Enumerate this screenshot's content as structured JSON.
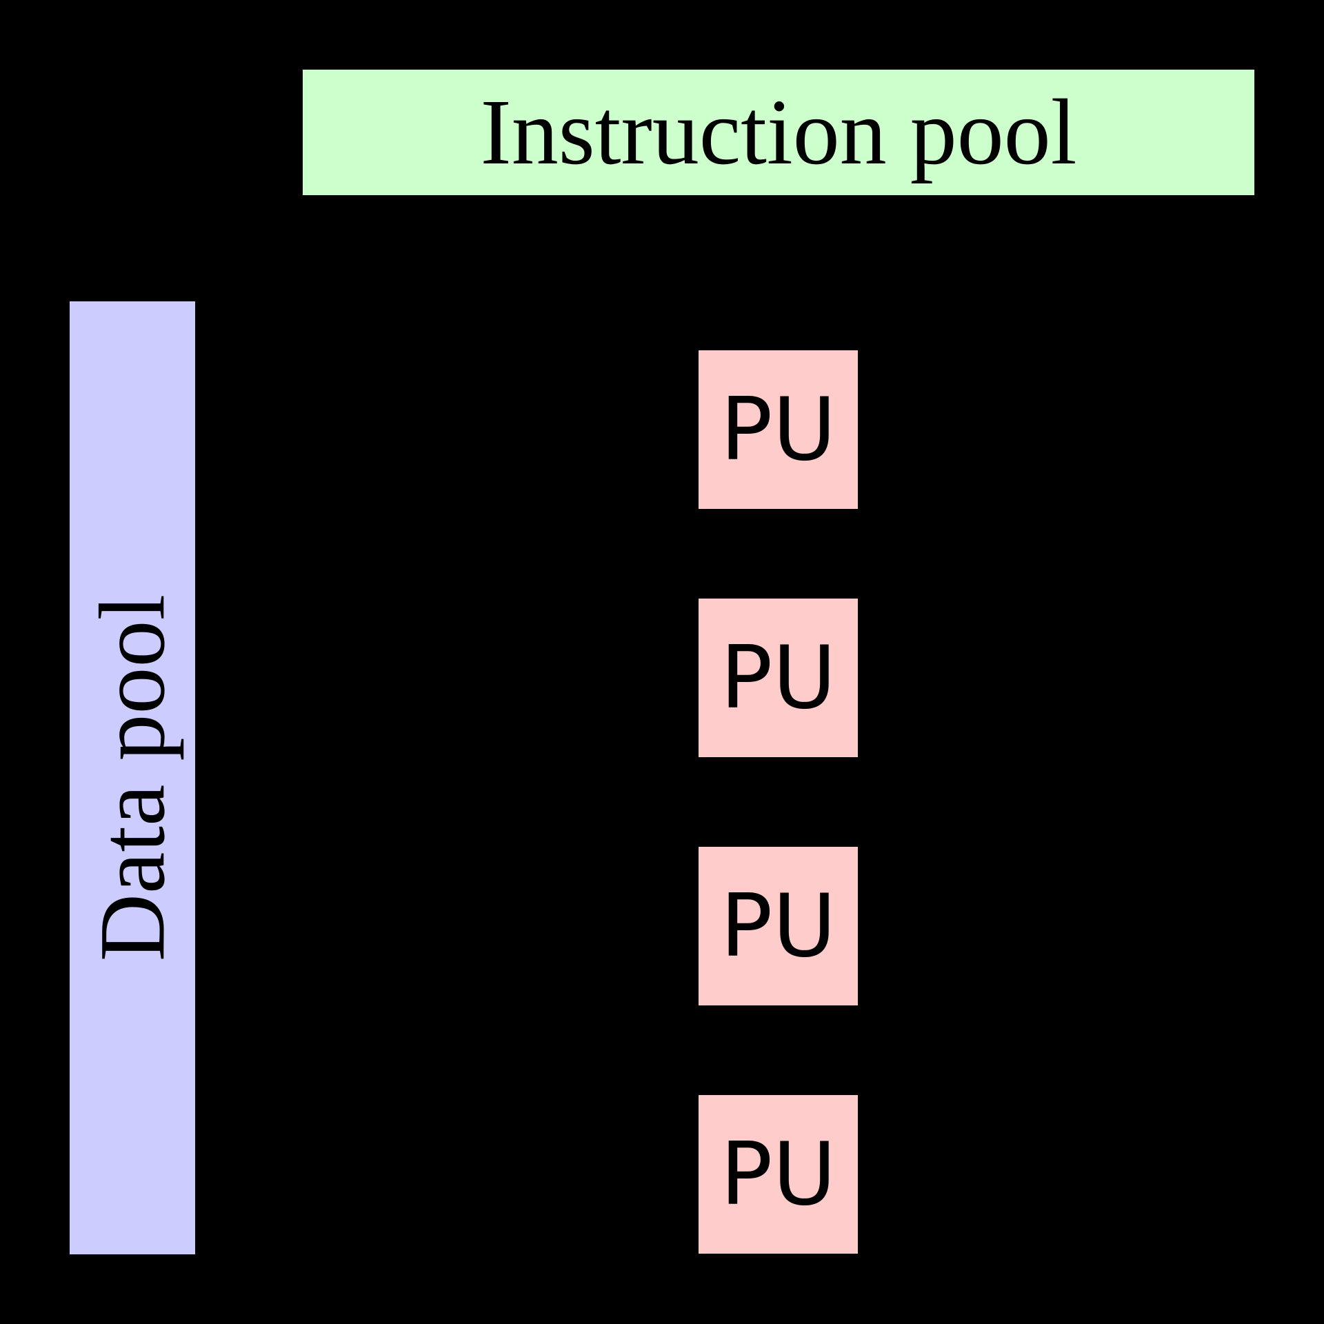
{
  "instruction_pool": {
    "label": "Instruction pool",
    "bg": "#ccffcc"
  },
  "data_pool": {
    "label": "Data pool",
    "bg": "#ccccff"
  },
  "processing_units": [
    {
      "label": "PU"
    },
    {
      "label": "PU"
    },
    {
      "label": "PU"
    },
    {
      "label": "PU"
    }
  ],
  "colors": {
    "background": "#000000",
    "pu_bg": "#ffcccc",
    "text": "#000000"
  }
}
